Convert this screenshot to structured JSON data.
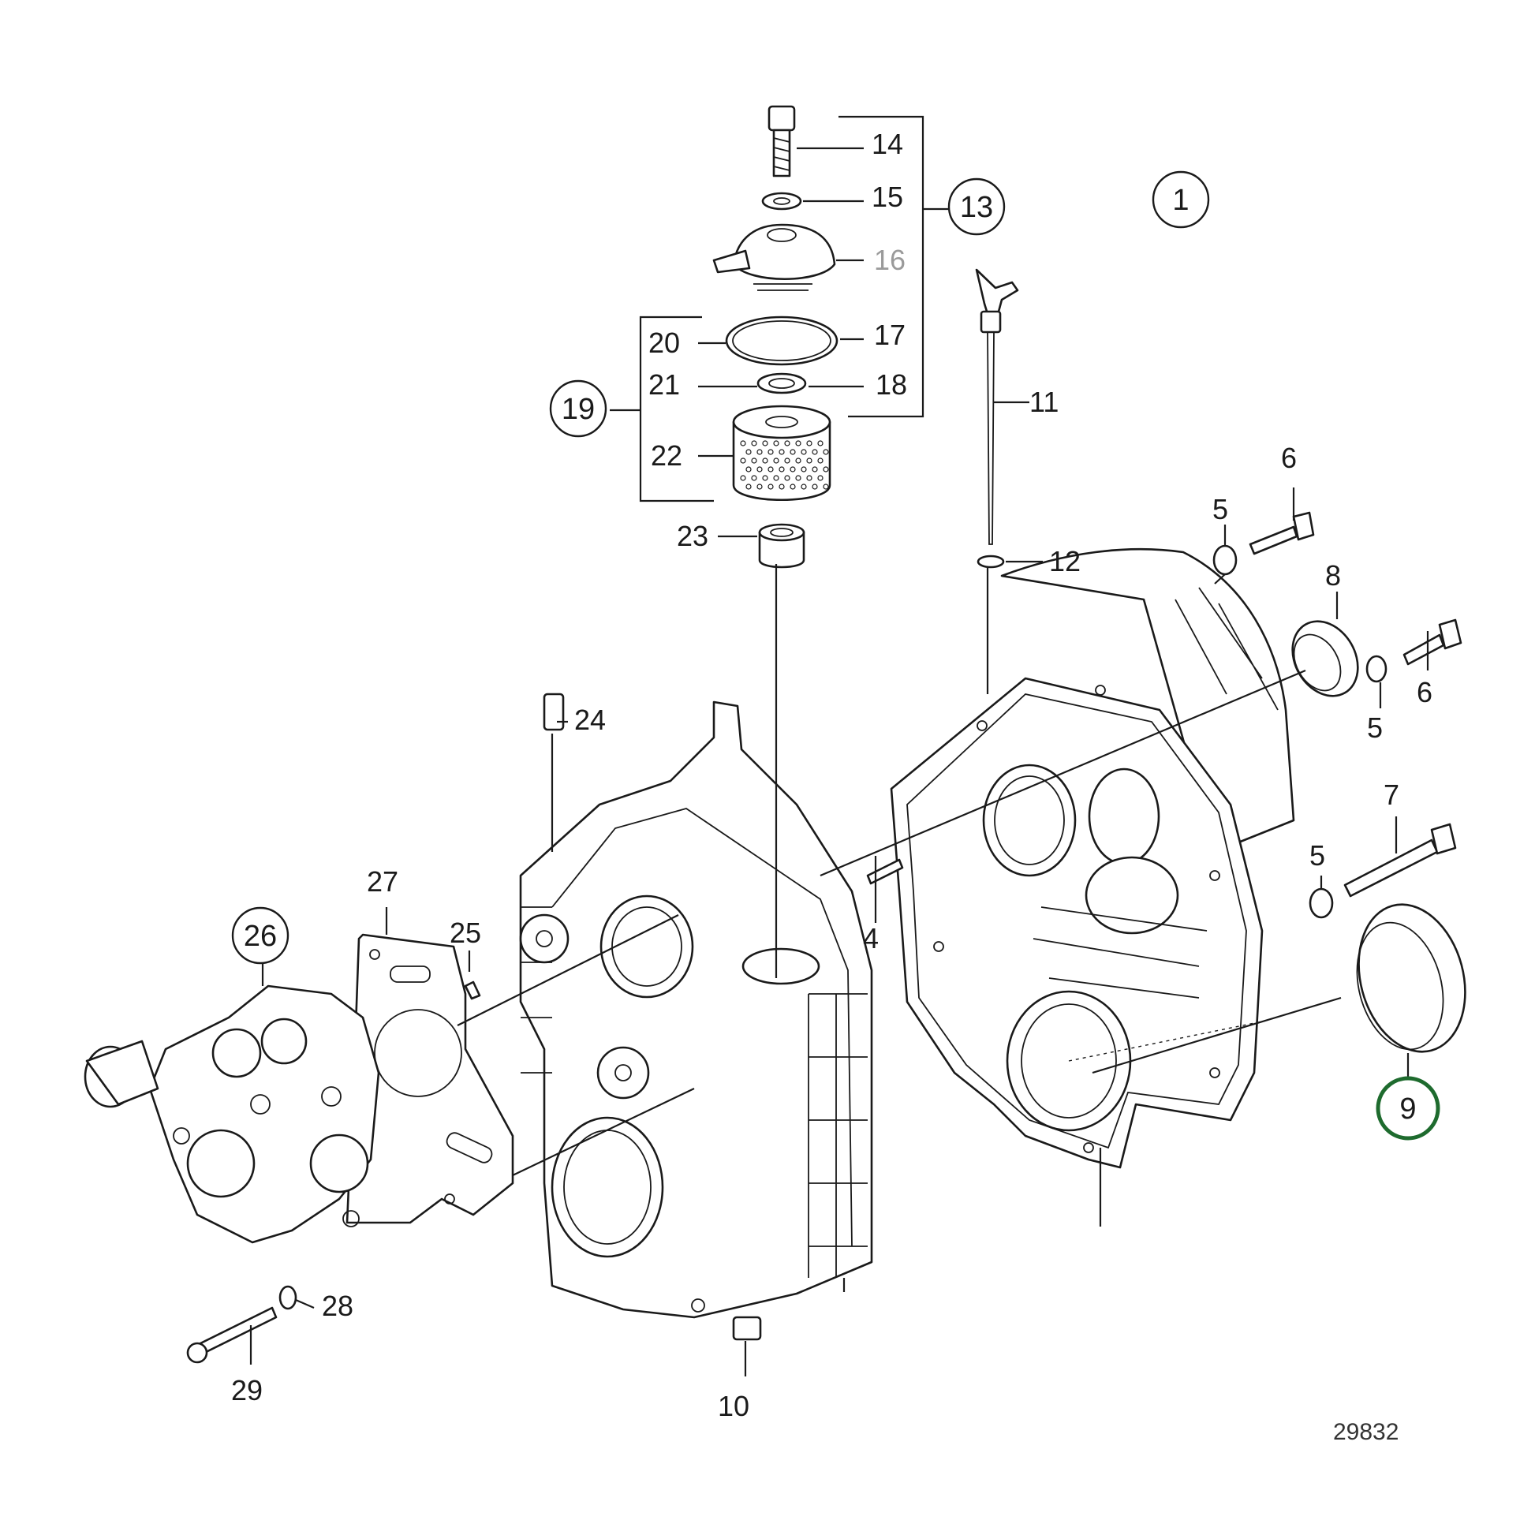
{
  "figure_number": "29832",
  "highlight_color": "#1e6b2e",
  "callouts": [
    {
      "id": "1",
      "circled": true
    },
    {
      "id": "4"
    },
    {
      "id": "5"
    },
    {
      "id": "5b",
      "text": "5"
    },
    {
      "id": "5c",
      "text": "5"
    },
    {
      "id": "6"
    },
    {
      "id": "6b",
      "text": "6"
    },
    {
      "id": "7"
    },
    {
      "id": "8"
    },
    {
      "id": "9",
      "circled": true,
      "highlighted": true
    },
    {
      "id": "10"
    },
    {
      "id": "11"
    },
    {
      "id": "12"
    },
    {
      "id": "13",
      "circled": true
    },
    {
      "id": "14"
    },
    {
      "id": "15"
    },
    {
      "id": "16",
      "muted": true
    },
    {
      "id": "17"
    },
    {
      "id": "18"
    },
    {
      "id": "19",
      "circled": true
    },
    {
      "id": "20"
    },
    {
      "id": "21"
    },
    {
      "id": "22"
    },
    {
      "id": "23"
    },
    {
      "id": "24"
    },
    {
      "id": "25"
    },
    {
      "id": "26",
      "circled": true
    },
    {
      "id": "27"
    },
    {
      "id": "28"
    },
    {
      "id": "29"
    }
  ]
}
